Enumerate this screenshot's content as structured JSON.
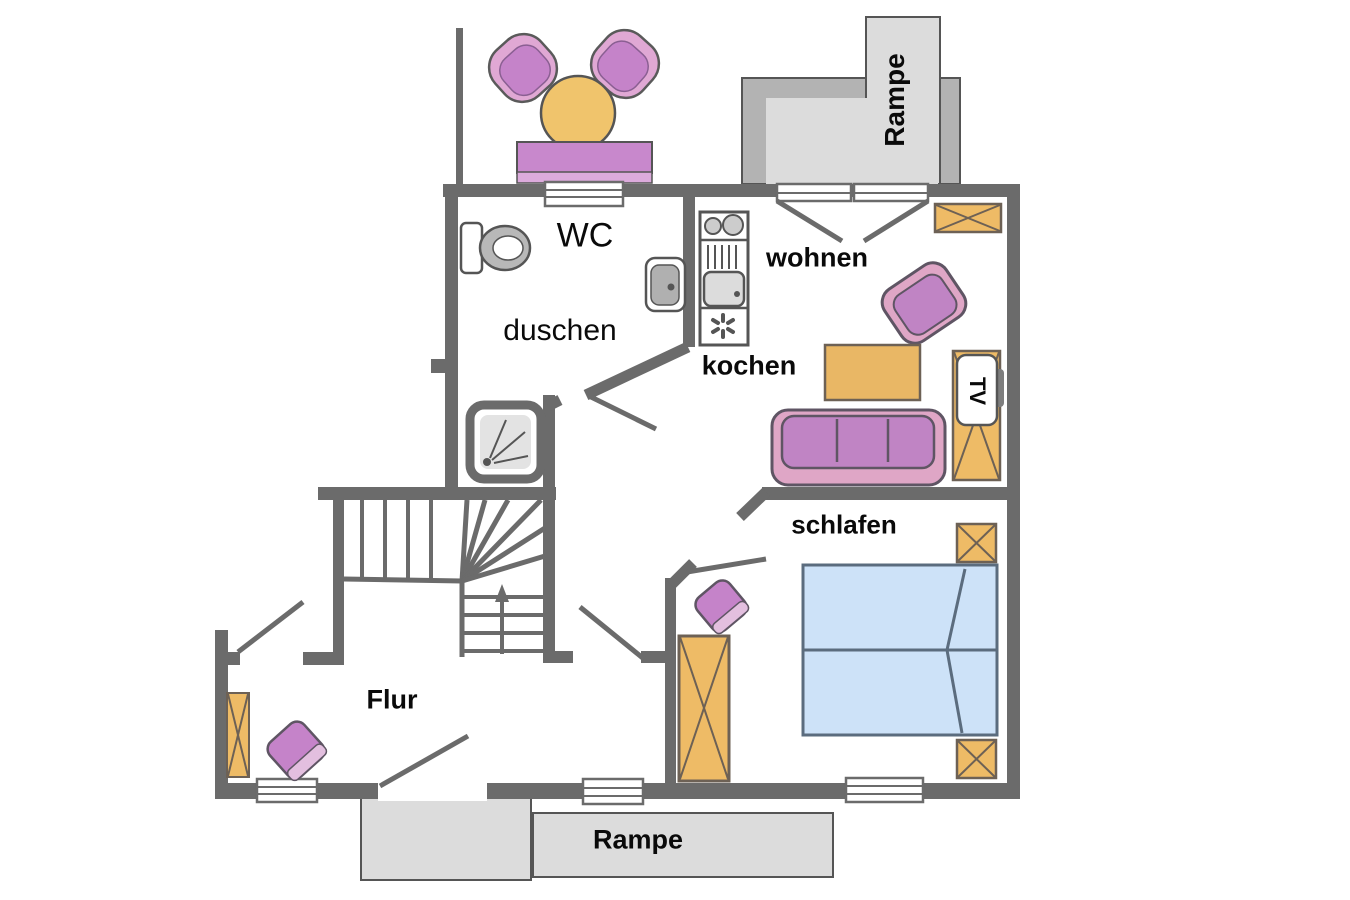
{
  "type": "apartment-floor-plan",
  "labels": {
    "wc": "WC",
    "shower_room": "duschen",
    "kitchen": "kochen",
    "living_room": "wohnen",
    "bedroom": "schlafen",
    "hallway": "Flur",
    "ramp_top": "Rampe",
    "ramp_bottom": "Rampe",
    "tv": "TV"
  },
  "objects": {
    "terrace": [
      "shell-chair",
      "shell-chair",
      "round-table",
      "bench"
    ],
    "bathroom": [
      "toilet",
      "wash-basin",
      "shower-tray"
    ],
    "kitchen": [
      "kitchenette-unit-with-hob-sink-fan"
    ],
    "living_room": [
      "sideboard",
      "armchair",
      "coffee-table",
      "sofa",
      "tv-cabinet"
    ],
    "bedroom": [
      "double-bed",
      "nightstand",
      "nightstand",
      "wardrobe",
      "stool"
    ],
    "hallway": [
      "cabinet",
      "chair"
    ],
    "circulation": [
      "winder-staircase-with-up-arrow",
      "entrance-double-door",
      "ramp-top",
      "ramp-bottom"
    ]
  },
  "colors": {
    "wall": "#6b6b6b",
    "outline": "#555555",
    "furniture_pink": "#dfa6c6",
    "furniture_purple": "#c583c9",
    "furniture_purple_light": "#e3bfdf",
    "furniture_orange": "#eebb66",
    "furniture_orange_outline": "#6d6155",
    "table_orange": "#f0c46c",
    "bed_blue": "#cde2f8",
    "bed_outline": "#5b6c7e",
    "ramp_light": "#dcdcdc",
    "ramp_dark": "#b3b3b3",
    "fixture_gray": "#b8b8b8",
    "text": "#000000"
  }
}
